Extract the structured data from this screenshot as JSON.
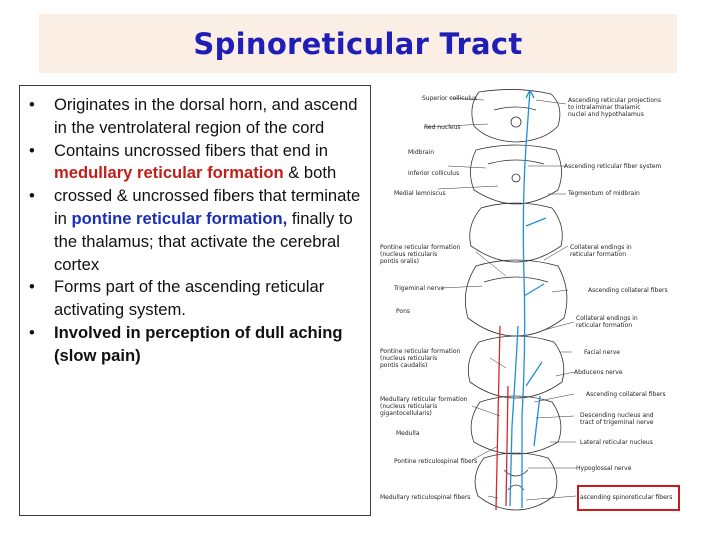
{
  "slide": {
    "title": "Spinoreticular Tract",
    "bullets": [
      {
        "parts": [
          {
            "text": "Originates in the dorsal horn, and ascend in the ventrolateral region of the cord",
            "style": "normal"
          }
        ]
      },
      {
        "parts": [
          {
            "text": "Contains uncrossed fibers that end in ",
            "style": "normal"
          },
          {
            "text": "medullary reticular formation",
            "style": "red"
          },
          {
            "text": " & both",
            "style": "normal"
          }
        ]
      },
      {
        "parts": [
          {
            "text": "crossed & uncrossed fibers that terminate in ",
            "style": "normal"
          },
          {
            "text": "pontine reticular formation,",
            "style": "blue"
          },
          {
            "text": " finally to the thalamus; that activate the cerebral cortex",
            "style": "normal"
          }
        ]
      },
      {
        "parts": [
          {
            "text": "Forms part of the ascending reticular activating system.",
            "style": "normal"
          }
        ]
      },
      {
        "parts": [
          {
            "text": "Involved in perception of dull aching (slow pain)",
            "style": "bold"
          }
        ]
      }
    ],
    "bullet_symbol": "•"
  },
  "figure": {
    "left_labels": {
      "superior_colliculus": "Superior colliculus",
      "red_nucleus": "Red nucleus",
      "midbrain": "Midbrain",
      "inferior_colliculus": "Inferior colliculus",
      "medial_lemniscus": "Medial lemniscus",
      "pontine_ret_oralis": "Pontine reticular formation\n(nucleus reticularis\npontis oralis)",
      "trigeminal_nerve": "Trigeminal nerve",
      "pons": "Pons",
      "pontine_ret_caudalis": "Pontine reticular formation\n(nucleus reticularis\npontis caudalis)",
      "medullary_ret": "Medullary reticular formation\n(nucleus reticularis\ngigantocellularis)",
      "medulla": "Medulla",
      "pontine_reticulospinal": "Pontine reticulospinal fibers",
      "medullary_reticulospinal": "Medullary reticulospinal fibers"
    },
    "right_labels": {
      "asc_projections": "Ascending reticular projections\nto intralaminar thalamic\nnuclei and hypothalamus",
      "asc_fiber_system": "Ascending reticular fiber system",
      "tegmentum": "Tegmentum of midbrain",
      "collateral_endings_1": "Collateral endings in\nreticular formation",
      "asc_collateral_1": "Ascending collateral fibers",
      "collateral_endings_2": "Collateral endings in\nreticular formation",
      "facial_nerve": "Facial nerve",
      "abducens_nerve": "Abducens nerve",
      "asc_collateral_2": "Ascending collateral fibers",
      "descending_trigeminal": "Descending nucleus and\ntract of trigeminal nerve",
      "lateral_reticular": "Lateral reticular nucleus",
      "hypoglossal": "Hypoglossal nerve",
      "spinoreticular": "ascending spinoreticular fibers"
    }
  },
  "colors": {
    "title": "#1f1fb8",
    "title_band": "#fbeee4",
    "red_text": "#c0201a",
    "blue_text": "#1c2fb8",
    "fiber_blue": "#1f8fd8",
    "fiber_red": "#d42a2a",
    "highlight": "#cc1a1a"
  }
}
